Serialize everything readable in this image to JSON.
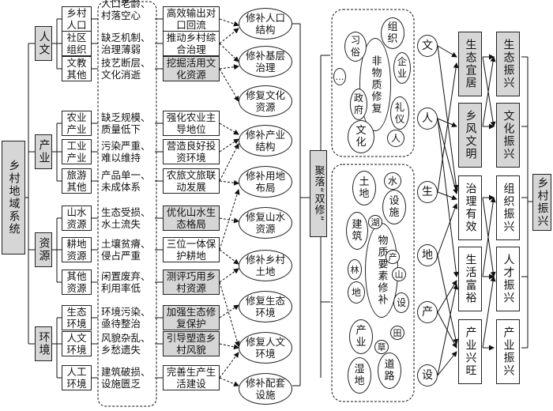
{
  "root_label": "乡村地域系统",
  "categories": [
    "人文",
    "产业",
    "资源",
    "环境"
  ],
  "subsystems": [
    "乡村人口",
    "社区组织",
    "文教其他",
    "农业产业",
    "工业产业",
    "旅游其他",
    "山水资源",
    "耕地资源",
    "其他资源",
    "生态环境",
    "人文环境",
    "人工环境"
  ],
  "problems": [
    "人口老龄、村落空心",
    "缺乏机制、治理薄弱",
    "技艺断层、文化消逝",
    "缺乏规模、质量低下",
    "污染严重、难以维持",
    "产品单一、未成体系",
    "生态受损、水土流失",
    "土壤贫瘠、侵占严重",
    "闲置废弃、利用率低",
    "环境污染、亟待整治",
    "风貌杂乱、乡愁遗失",
    "建筑破损、设施匮乏"
  ],
  "strategies": [
    "高效输出对口回流",
    "推动乡村综合治理",
    "挖掘活用文化资源",
    "强化农业主导地位",
    "营造良好投资环境",
    "农旅文旅联动发展",
    "优化山水生态格局",
    "三位一体保护耕地",
    "测评巧用乡村资源",
    "加强生态修复保护",
    "引导塑造乡村风貌",
    "完善生产生活建设"
  ],
  "repairs": [
    "修补人口结构",
    "修补基层治理",
    "修复文化资源",
    "修补产业结构",
    "修补用地布局",
    "修复山水资源",
    "修补乡村土地",
    "修复生态环境",
    "修复人文环境",
    "修补配套设施"
  ],
  "center_label": "聚落“双修”",
  "nonmaterial": {
    "label": "非物质修复",
    "nodes": [
      "组织",
      "企业",
      "礼仪",
      "人",
      "文化",
      "政府",
      "习俗",
      "…"
    ]
  },
  "material": {
    "label": "物质要素修补",
    "nodes": [
      "土地",
      "水",
      "设施",
      "建筑",
      "湖",
      "产",
      "山",
      "林",
      "地",
      "设",
      "产业",
      "田",
      "草",
      "湿地",
      "道路"
    ]
  },
  "elements": [
    "文",
    "人",
    "生",
    "地",
    "产",
    "设"
  ],
  "goals_left": [
    "生态宜居",
    "乡风文明",
    "治理有效",
    "生活富裕",
    "产业兴旺"
  ],
  "goals_right": [
    "生态振兴",
    "文化振兴",
    "组织振兴",
    "人才振兴",
    "产业振兴"
  ],
  "final_label": "乡村振兴"
}
